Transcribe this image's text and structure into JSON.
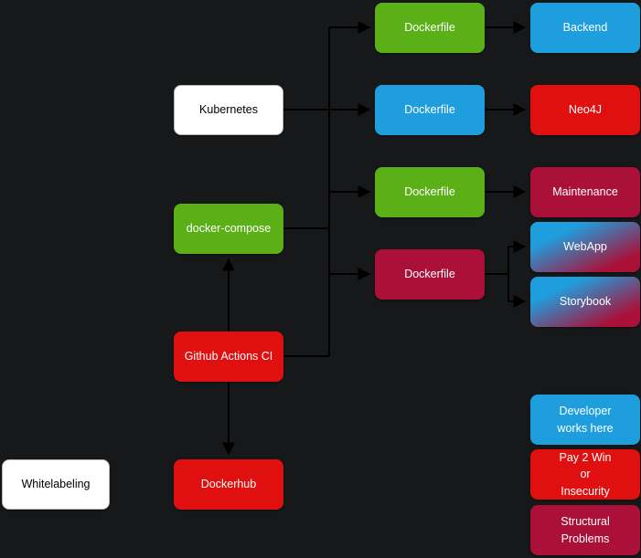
{
  "diagram": {
    "title": "Docker / CI architecture diagram",
    "background": "#161819",
    "edge_color": "#000000",
    "colors": {
      "green": "#5bb018",
      "blue": "#1f9ede",
      "red": "#e01010",
      "crimson": "#aa1038",
      "white": "#ffffff",
      "gradient_start": "#1f9ede",
      "gradient_end": "#aa1038"
    },
    "nodes": {
      "whitelabeling": {
        "label": "Whitelabeling",
        "color": "white"
      },
      "kubernetes": {
        "label": "Kubernetes",
        "color": "white"
      },
      "docker_compose": {
        "label": "docker-compose",
        "color": "green"
      },
      "github_actions_ci": {
        "label": "Github Actions CI",
        "color": "red"
      },
      "dockerhub": {
        "label": "Dockerhub",
        "color": "red"
      },
      "dockerfile_backend": {
        "label": "Dockerfile",
        "color": "green"
      },
      "dockerfile_neo4j": {
        "label": "Dockerfile",
        "color": "blue"
      },
      "dockerfile_maintenance": {
        "label": "Dockerfile",
        "color": "green"
      },
      "dockerfile_webapp": {
        "label": "Dockerfile",
        "color": "crimson"
      },
      "backend": {
        "label": "Backend",
        "color": "blue"
      },
      "neo4j": {
        "label": "Neo4J",
        "color": "red"
      },
      "maintenance": {
        "label": "Maintenance",
        "color": "crimson"
      },
      "webapp": {
        "label": "WebApp",
        "color": "gradient"
      },
      "storybook": {
        "label": "Storybook",
        "color": "gradient"
      },
      "legend_developer": {
        "label": "Developer\nworks here",
        "color": "blue"
      },
      "legend_pay2win": {
        "label": "Pay 2 Win\nor\nInsecurity",
        "color": "red"
      },
      "legend_structural": {
        "label": "Structural Problems",
        "color": "crimson"
      }
    },
    "edges": [
      {
        "from": "kubernetes",
        "to": "dockerfiles-trunk"
      },
      {
        "from": "docker_compose",
        "to": "dockerfiles-trunk"
      },
      {
        "from": "github_actions_ci",
        "to": "dockerfiles-trunk"
      },
      {
        "from": "dockerfiles-trunk",
        "to": "dockerfile_backend"
      },
      {
        "from": "dockerfiles-trunk",
        "to": "dockerfile_neo4j"
      },
      {
        "from": "dockerfiles-trunk",
        "to": "dockerfile_maintenance"
      },
      {
        "from": "dockerfiles-trunk",
        "to": "dockerfile_webapp"
      },
      {
        "from": "dockerfile_backend",
        "to": "backend"
      },
      {
        "from": "dockerfile_neo4j",
        "to": "neo4j"
      },
      {
        "from": "dockerfile_maintenance",
        "to": "maintenance"
      },
      {
        "from": "dockerfile_webapp",
        "to": "webapp"
      },
      {
        "from": "dockerfile_webapp",
        "to": "storybook"
      },
      {
        "from": "github_actions_ci",
        "to": "docker_compose"
      },
      {
        "from": "github_actions_ci",
        "to": "dockerhub"
      }
    ]
  }
}
